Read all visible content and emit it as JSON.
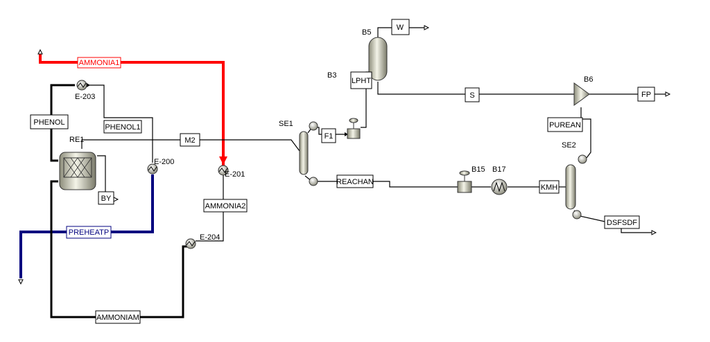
{
  "flowsheet": {
    "blocks": {
      "re1": "RE1",
      "e203": "E-203",
      "e200": "E-200",
      "e201": "E-201",
      "e204": "E-204",
      "se1": "SE1",
      "b3": "B3",
      "b5": "B5",
      "b6": "B6",
      "b15": "B15",
      "b17": "B17",
      "se2": "SE2"
    },
    "streams": {
      "ammonia1": "AMMONIA1",
      "phenol": "PHENOL",
      "phenol1": "PHENOL1",
      "m2": "M2",
      "by": "BY",
      "preheatp": "PREHEATP",
      "ammonia2": "AMMONIA2",
      "ammoniam": "AMMONIAM",
      "f1": "F1",
      "lpht": "LPHT",
      "w": "W",
      "s": "S",
      "fp": "FP",
      "purean": "PUREAN",
      "reachan": "REACHAN",
      "kmh": "KMH",
      "dsfsdf": "DSFSDF"
    },
    "colors": {
      "ammonia_feed": "#ff0000",
      "preheat_feed": "#00007f",
      "material": "#000000"
    }
  }
}
